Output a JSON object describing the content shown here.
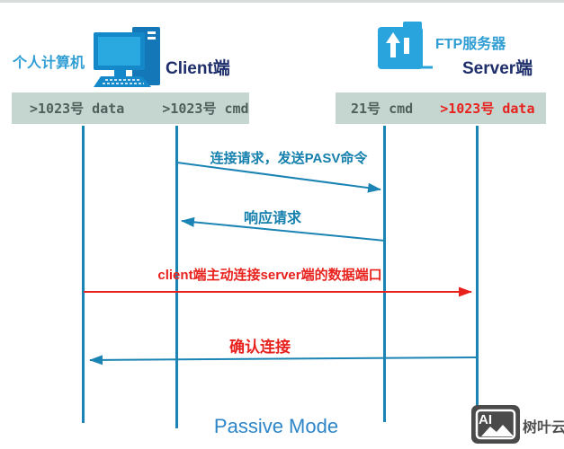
{
  "title": "Passive Mode",
  "client": {
    "name": "个人计算机",
    "role": "Client端",
    "data_port": ">1023号 data",
    "cmd_port": ">1023号 cmd"
  },
  "server": {
    "name": "FTP服务器",
    "role": "Server端",
    "cmd_port": "21号 cmd",
    "data_port": ">1023号 data"
  },
  "messages": {
    "pasv_request": "连接请求，发送PASV命令",
    "pasv_response": "响应请求",
    "data_connect": "client端主动连接server端的数据端口",
    "confirm": "确认连接"
  },
  "watermark": {
    "icon_text": "AI",
    "label": "树叶云"
  },
  "colors": {
    "light_blue_label": "#309ed4",
    "navy_label": "#1e2e6b",
    "icon_blue": "#1588c9",
    "icon_dark_blue": "#1377b8",
    "icon_screen_blue": "#2aa9e0",
    "folder_blue": "#29a4dc",
    "bar_background": "#c5d6d0",
    "bar_text": "#4e5f5c",
    "lifeline_teal": "#1b84b4",
    "message_teal": "#1580ad",
    "message_red": "#e8211d",
    "title_blue": "#2e86c8",
    "watermark_gray": "#4a4a4a"
  }
}
